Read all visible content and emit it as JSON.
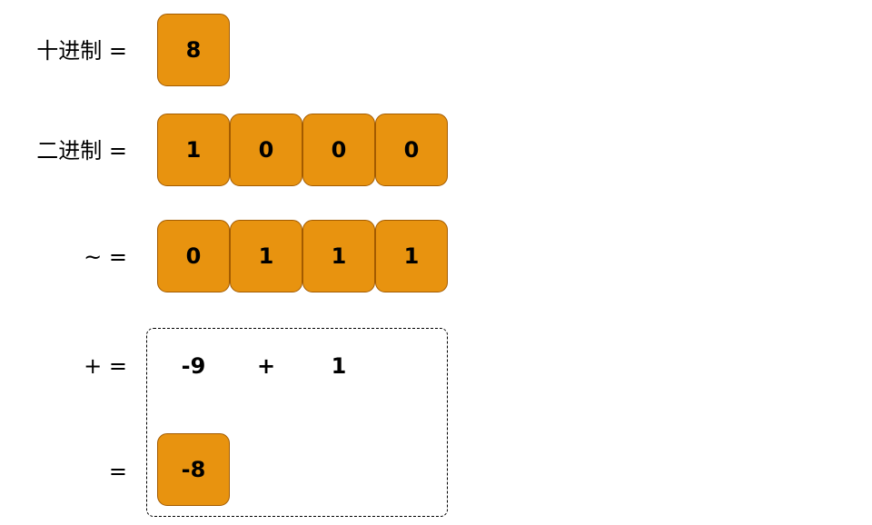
{
  "rows": {
    "decimal": {
      "label": "十进制 =",
      "cells": [
        "8"
      ]
    },
    "binary": {
      "label": "二进制 =",
      "cells": [
        "1",
        "0",
        "0",
        "0"
      ]
    },
    "inverted": {
      "label": "~ =",
      "cells": [
        "0",
        "1",
        "1",
        "1"
      ]
    },
    "add": {
      "label": "+ =",
      "left": "-9",
      "op": "+",
      "right": "1"
    },
    "result": {
      "label": "=",
      "cells": [
        "-8"
      ]
    }
  },
  "colors": {
    "cell_fill": "#e8930f",
    "cell_border": "#a35b00",
    "text": "#000000",
    "dashed_border": "#000000"
  }
}
